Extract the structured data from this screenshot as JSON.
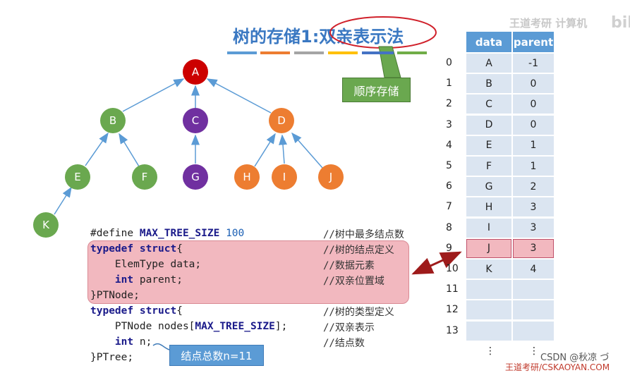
{
  "title": {
    "prefix": "树的存储1:",
    "emph": "双亲表示法"
  },
  "watermark": {
    "text": "王道考研 计算机",
    "logo": "bili"
  },
  "callout": {
    "label": "顺序存储"
  },
  "colors": {
    "red": "#cc0000",
    "green": "#6aa84f",
    "purple": "#7030a0",
    "orange": "#ed7d31",
    "blue_header": "#5b9bd5",
    "cell": "#dbe5f1",
    "highlight": "#f2b8bf"
  },
  "tree": {
    "nodes": [
      {
        "id": "A",
        "color": "red"
      },
      {
        "id": "B",
        "color": "green"
      },
      {
        "id": "C",
        "color": "purple"
      },
      {
        "id": "D",
        "color": "orange"
      },
      {
        "id": "E",
        "color": "green"
      },
      {
        "id": "F",
        "color": "green"
      },
      {
        "id": "G",
        "color": "purple"
      },
      {
        "id": "H",
        "color": "orange"
      },
      {
        "id": "I",
        "color": "orange"
      },
      {
        "id": "J",
        "color": "orange"
      },
      {
        "id": "K",
        "color": "green"
      }
    ]
  },
  "code": {
    "lines": [
      {
        "parts": [
          [
            "",
            "#define "
          ],
          [
            "kw",
            "MAX_TREE_SIZE"
          ],
          [
            "",
            " "
          ],
          [
            "num",
            "100"
          ]
        ],
        "comment": "//树中最多结点数"
      },
      {
        "parts": [
          [
            "kw",
            "typedef struct"
          ],
          [
            "",
            "{"
          ]
        ],
        "comment": "//树的结点定义"
      },
      {
        "parts": [
          [
            "",
            "    ElemType data;"
          ]
        ],
        "comment": "//数据元素"
      },
      {
        "parts": [
          [
            "",
            "    "
          ],
          [
            "kw",
            "int"
          ],
          [
            "",
            " parent;"
          ]
        ],
        "comment": "//双亲位置域"
      },
      {
        "parts": [
          [
            "",
            "}PTNode;"
          ]
        ],
        "comment": ""
      },
      {
        "parts": [
          [
            "kw",
            "typedef struct"
          ],
          [
            "",
            "{"
          ]
        ],
        "comment": "//树的类型定义"
      },
      {
        "parts": [
          [
            "",
            "    PTNode nodes["
          ],
          [
            "kw",
            "MAX_TREE_SIZE"
          ],
          [
            "",
            "];"
          ]
        ],
        "comment": "//双亲表示"
      },
      {
        "parts": [
          [
            "",
            "    "
          ],
          [
            "kw",
            "int"
          ],
          [
            "",
            " n;"
          ]
        ],
        "comment": "//结点数"
      },
      {
        "parts": [
          [
            "",
            "}PTree;"
          ]
        ],
        "comment": ""
      }
    ]
  },
  "count_label": "结点总数n=11",
  "table": {
    "headers": [
      "data",
      "parent"
    ],
    "rows": [
      {
        "idx": "0",
        "data": "A",
        "parent": "-1"
      },
      {
        "idx": "1",
        "data": "B",
        "parent": "0"
      },
      {
        "idx": "2",
        "data": "C",
        "parent": "0"
      },
      {
        "idx": "3",
        "data": "D",
        "parent": "0"
      },
      {
        "idx": "4",
        "data": "E",
        "parent": "1"
      },
      {
        "idx": "5",
        "data": "F",
        "parent": "1"
      },
      {
        "idx": "6",
        "data": "G",
        "parent": "2"
      },
      {
        "idx": "7",
        "data": "H",
        "parent": "3"
      },
      {
        "idx": "8",
        "data": "I",
        "parent": "3"
      },
      {
        "idx": "9",
        "data": "J",
        "parent": "3",
        "highlight": true
      },
      {
        "idx": "10",
        "data": "K",
        "parent": "4"
      },
      {
        "idx": "11",
        "data": "",
        "parent": ""
      },
      {
        "idx": "12",
        "data": "",
        "parent": ""
      },
      {
        "idx": "13",
        "data": "",
        "parent": ""
      }
    ],
    "ellipsis": "⋮"
  },
  "footer": {
    "csdn": "CSDN @秋凉 づ",
    "brand": "王道考研/CSKAOYAN.COM"
  }
}
